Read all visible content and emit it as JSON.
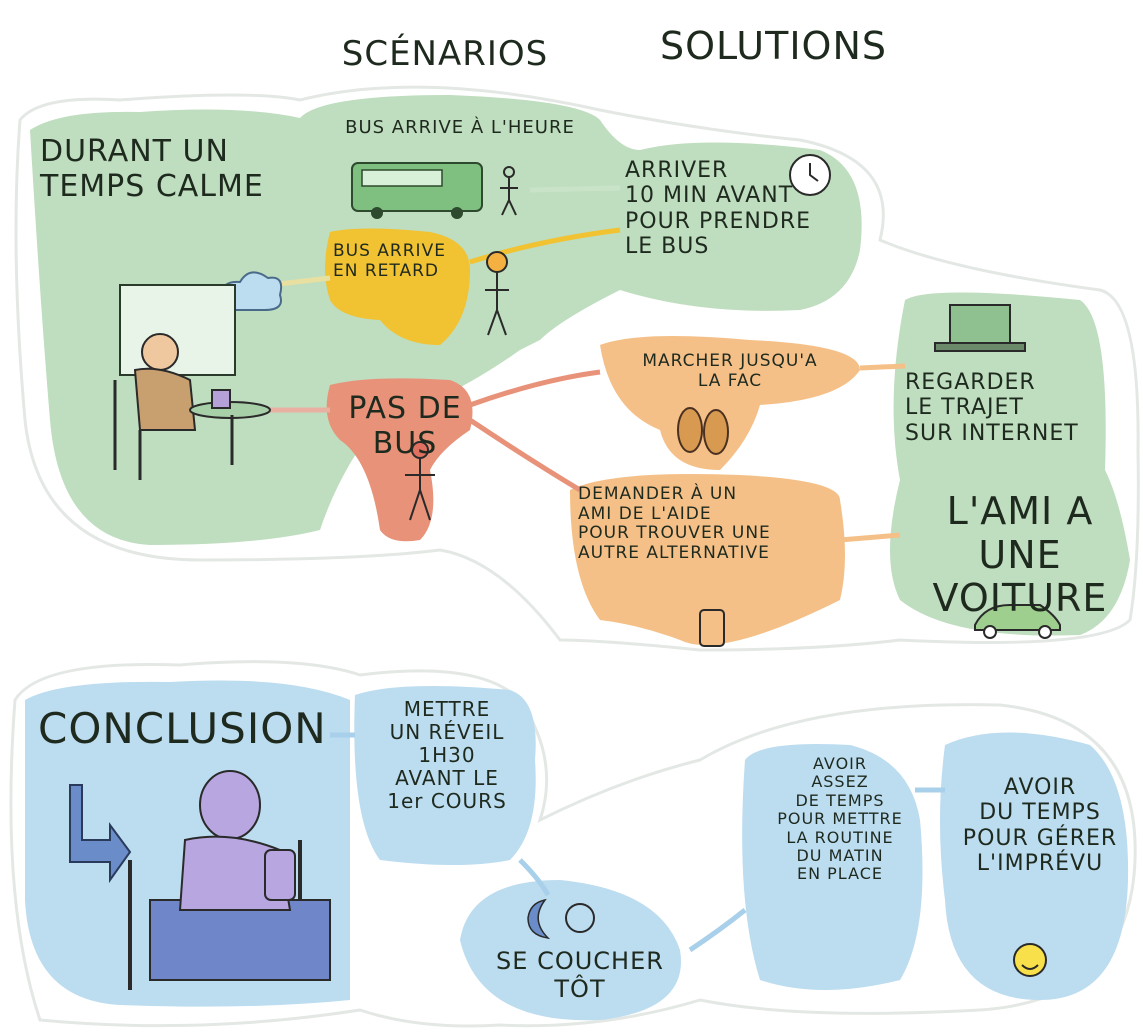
{
  "headers": {
    "scenarios": "SCÉNARIOS",
    "solutions": "SOLUTIONS"
  },
  "top_section": {
    "start": "DURANT UN\nTEMPS CALME",
    "scenarios": [
      {
        "text": "BUS ARRIVE À L'HEURE",
        "color": "#bfddbf"
      },
      {
        "text": "BUS ARRIVE\nEN RETARD",
        "color": "#f1c232"
      },
      {
        "text": "PAS DE BUS",
        "color": "#e8927a"
      }
    ],
    "solution_bus": "ARRIVER\n10 MIN AVANT\nPOUR PRENDRE\nLE BUS",
    "no_bus_options": [
      {
        "text": "MARCHER JUSQU'A\nLA FAC",
        "color": "#f4c088"
      },
      {
        "text": "DEMANDER À UN\nAMI DE L'AIDE\nPOUR TROUVER UNE\nAUTRE ALTERNATIVE",
        "color": "#f4c088"
      }
    ],
    "no_bus_solutions": [
      {
        "text": "REGARDER\nLE TRAJET\nSUR INTERNET"
      },
      {
        "text": "L'AMI A UNE\nVOITURE"
      }
    ]
  },
  "bottom_section": {
    "title": "CONCLUSION",
    "alarm": "METTRE\nUN RÉVEIL\n1H30\nAVANT LE\n1er COURS",
    "sleep": "SE COUCHER\nTÔT",
    "routine": "AVOIR\nASSEZ\nDE TEMPS\nPOUR METTRE\nLA ROUTINE\nDU MATIN\nEN PLACE",
    "unexpected": "AVOIR\nDU TEMPS\nPOUR GÉRER\nL'IMPRÉVU"
  },
  "colors": {
    "green": "#bfddbf",
    "yellow": "#f1c232",
    "red": "#e8927a",
    "orange": "#f4c088",
    "blue": "#bcdcf0",
    "outline": "#e7ece7"
  }
}
